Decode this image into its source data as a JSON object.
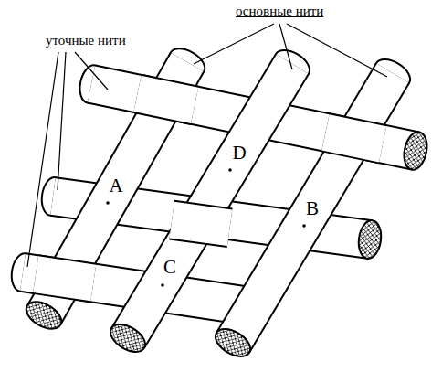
{
  "diagram": {
    "labels": [
      "основные нити",
      "уточные нити",
      "A",
      "B",
      "C",
      "D"
    ]
  }
}
